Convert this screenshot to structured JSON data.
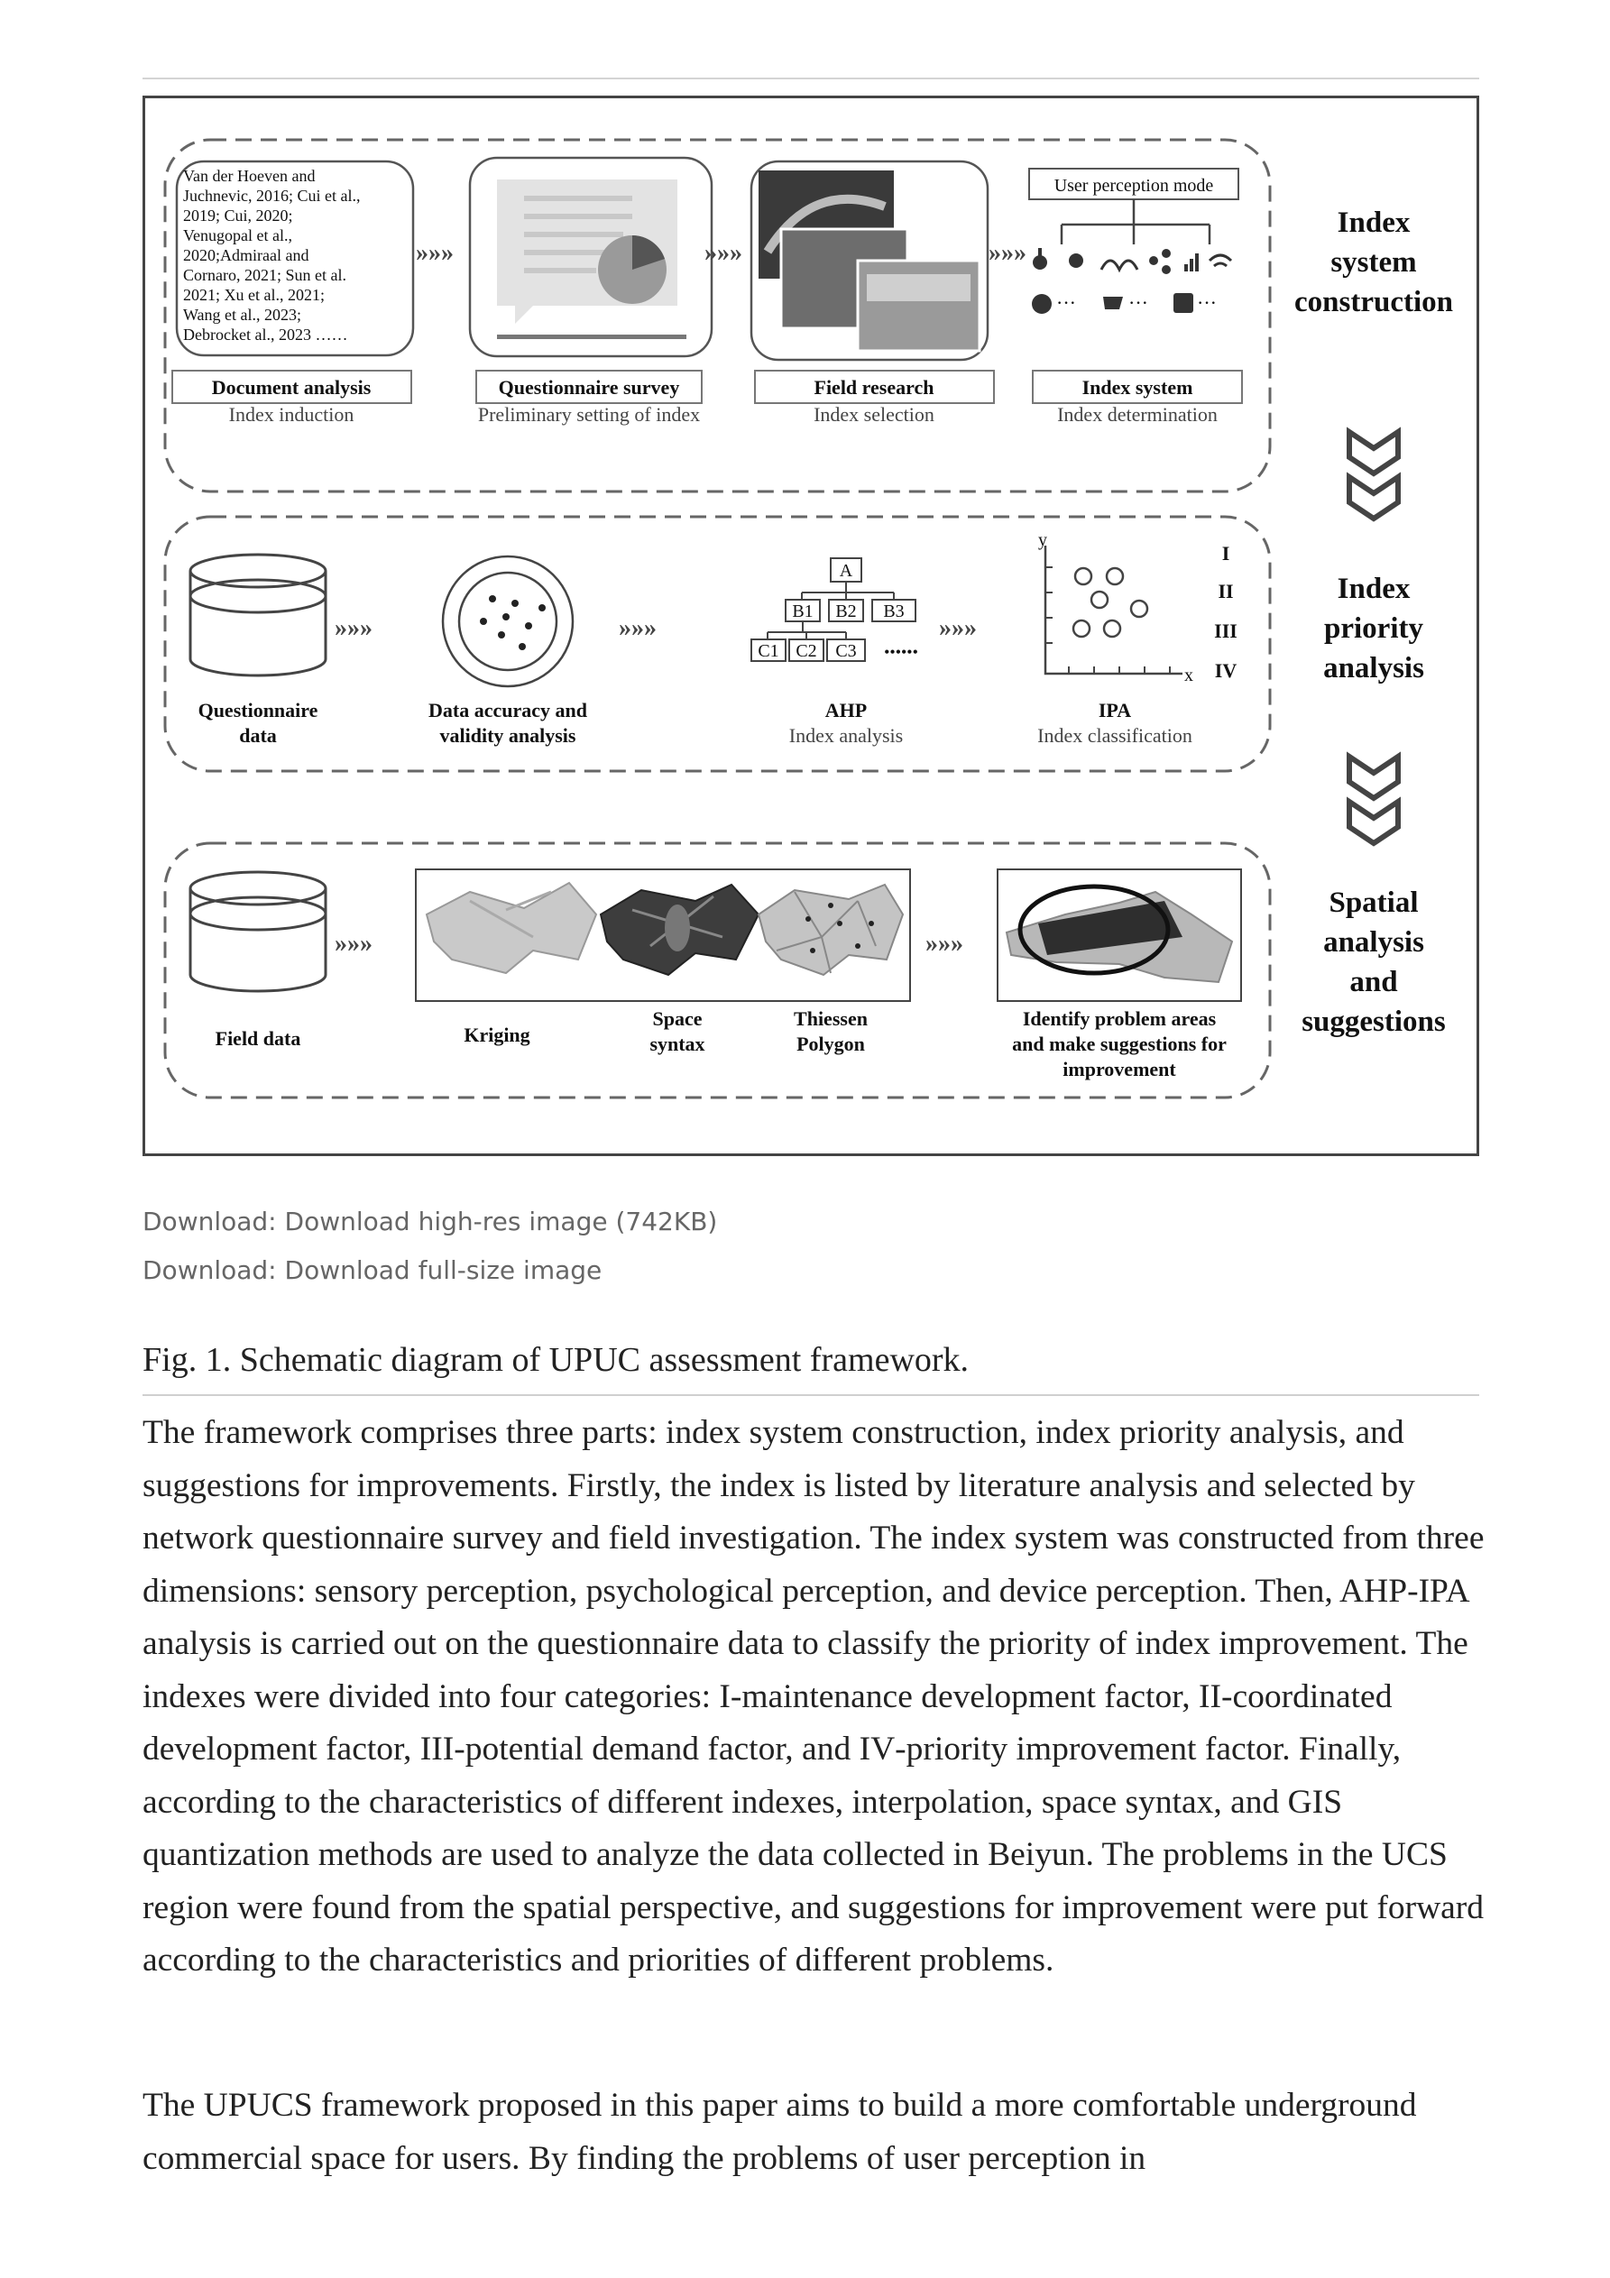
{
  "figure": {
    "refs": [
      "Van der Hoeven and",
      "Juchnevic, 2016; Cui et al.,",
      "2019; Cui, 2020;",
      "Venugopal et al.,",
      "2020;Admiraal and",
      "Cornaro, 2021; Sun et al.",
      "2021; Xu et al., 2021;",
      "Wang et al., 2023;",
      "Debrocket al., 2023 ……"
    ],
    "user_perception_mode": "User perception mode",
    "row1": {
      "steps": [
        {
          "label": "Document analysis",
          "sub": "Index induction"
        },
        {
          "label": "Questionnaire survey",
          "sub": "Preliminary setting of index"
        },
        {
          "label": "Field research",
          "sub": "Index selection"
        },
        {
          "label": "Index system",
          "sub": "Index determination"
        }
      ],
      "side": [
        "Index",
        "system",
        "construction"
      ]
    },
    "row2": {
      "steps": [
        {
          "label1": "Questionnaire",
          "label2": "data"
        },
        {
          "label1": "Data accuracy and",
          "label2": "validity analysis"
        },
        {
          "label1": "AHP",
          "sub": "Index analysis"
        },
        {
          "label1": "IPA",
          "sub": "Index classification"
        }
      ],
      "ahp": {
        "top": "A",
        "b": [
          "B1",
          "B2",
          "B3"
        ],
        "c": [
          "C1",
          "C2",
          "C3"
        ],
        "dots": "••••••"
      },
      "ipa": {
        "y": "y",
        "x": "x",
        "quadrants": [
          "I",
          "II",
          "III",
          "IV"
        ]
      },
      "side": [
        "Index",
        "priority",
        "analysis"
      ]
    },
    "row3": {
      "field": "Field data",
      "kriging": "Kriging",
      "space": [
        "Space",
        "syntax"
      ],
      "thiessen": [
        "Thiessen",
        "Polygon"
      ],
      "identify": [
        "Identify problem areas",
        "and make suggestions for",
        "improvement"
      ],
      "side": [
        "Spatial",
        "analysis",
        "and",
        "suggestions"
      ]
    },
    "arrows": "»»»"
  },
  "downloads": [
    {
      "prefix": "Download: ",
      "link": "Download high-res image (742KB)"
    },
    {
      "prefix": "Download: ",
      "link": "Download full-size image"
    }
  ],
  "caption": "Fig. 1. Schematic diagram of UPUC assessment framework.",
  "para1": {
    "a": "The framework comprises three parts: index system construction, index priority analysis, and suggestions for improvements. Firstly, the index is listed by literature analysis and selected by network questionnaire survey and field investigation. The index system was constructed from three dimensions: sensory perception, psychological perception, and device perception. Then, AHP-IPA analysis is carried out on the questionnaire data to classify the priority of index improvement. The indexes were divided into four categories: ",
    "r1": "I",
    "b": "-maintenance development factor, ",
    "r2": "II",
    "c": "-coordinated development factor, ",
    "r3": "III",
    "d": "-potential demand factor, and ",
    "r4": "IV",
    "e": "-priority improvement factor. Finally, according to the characteristics of different indexes, interpolation, space syntax, and GIS quantization methods are used to analyze the data collected in Beiyun. The problems in the UCS region were found from the spatial perspective, and suggestions for improvement were put forward according to the characteristics and priorities of different problems."
  },
  "para2": "The UPUCS framework proposed in this paper aims to build a more comfortable underground commercial space for users. By finding the problems of user perception in"
}
